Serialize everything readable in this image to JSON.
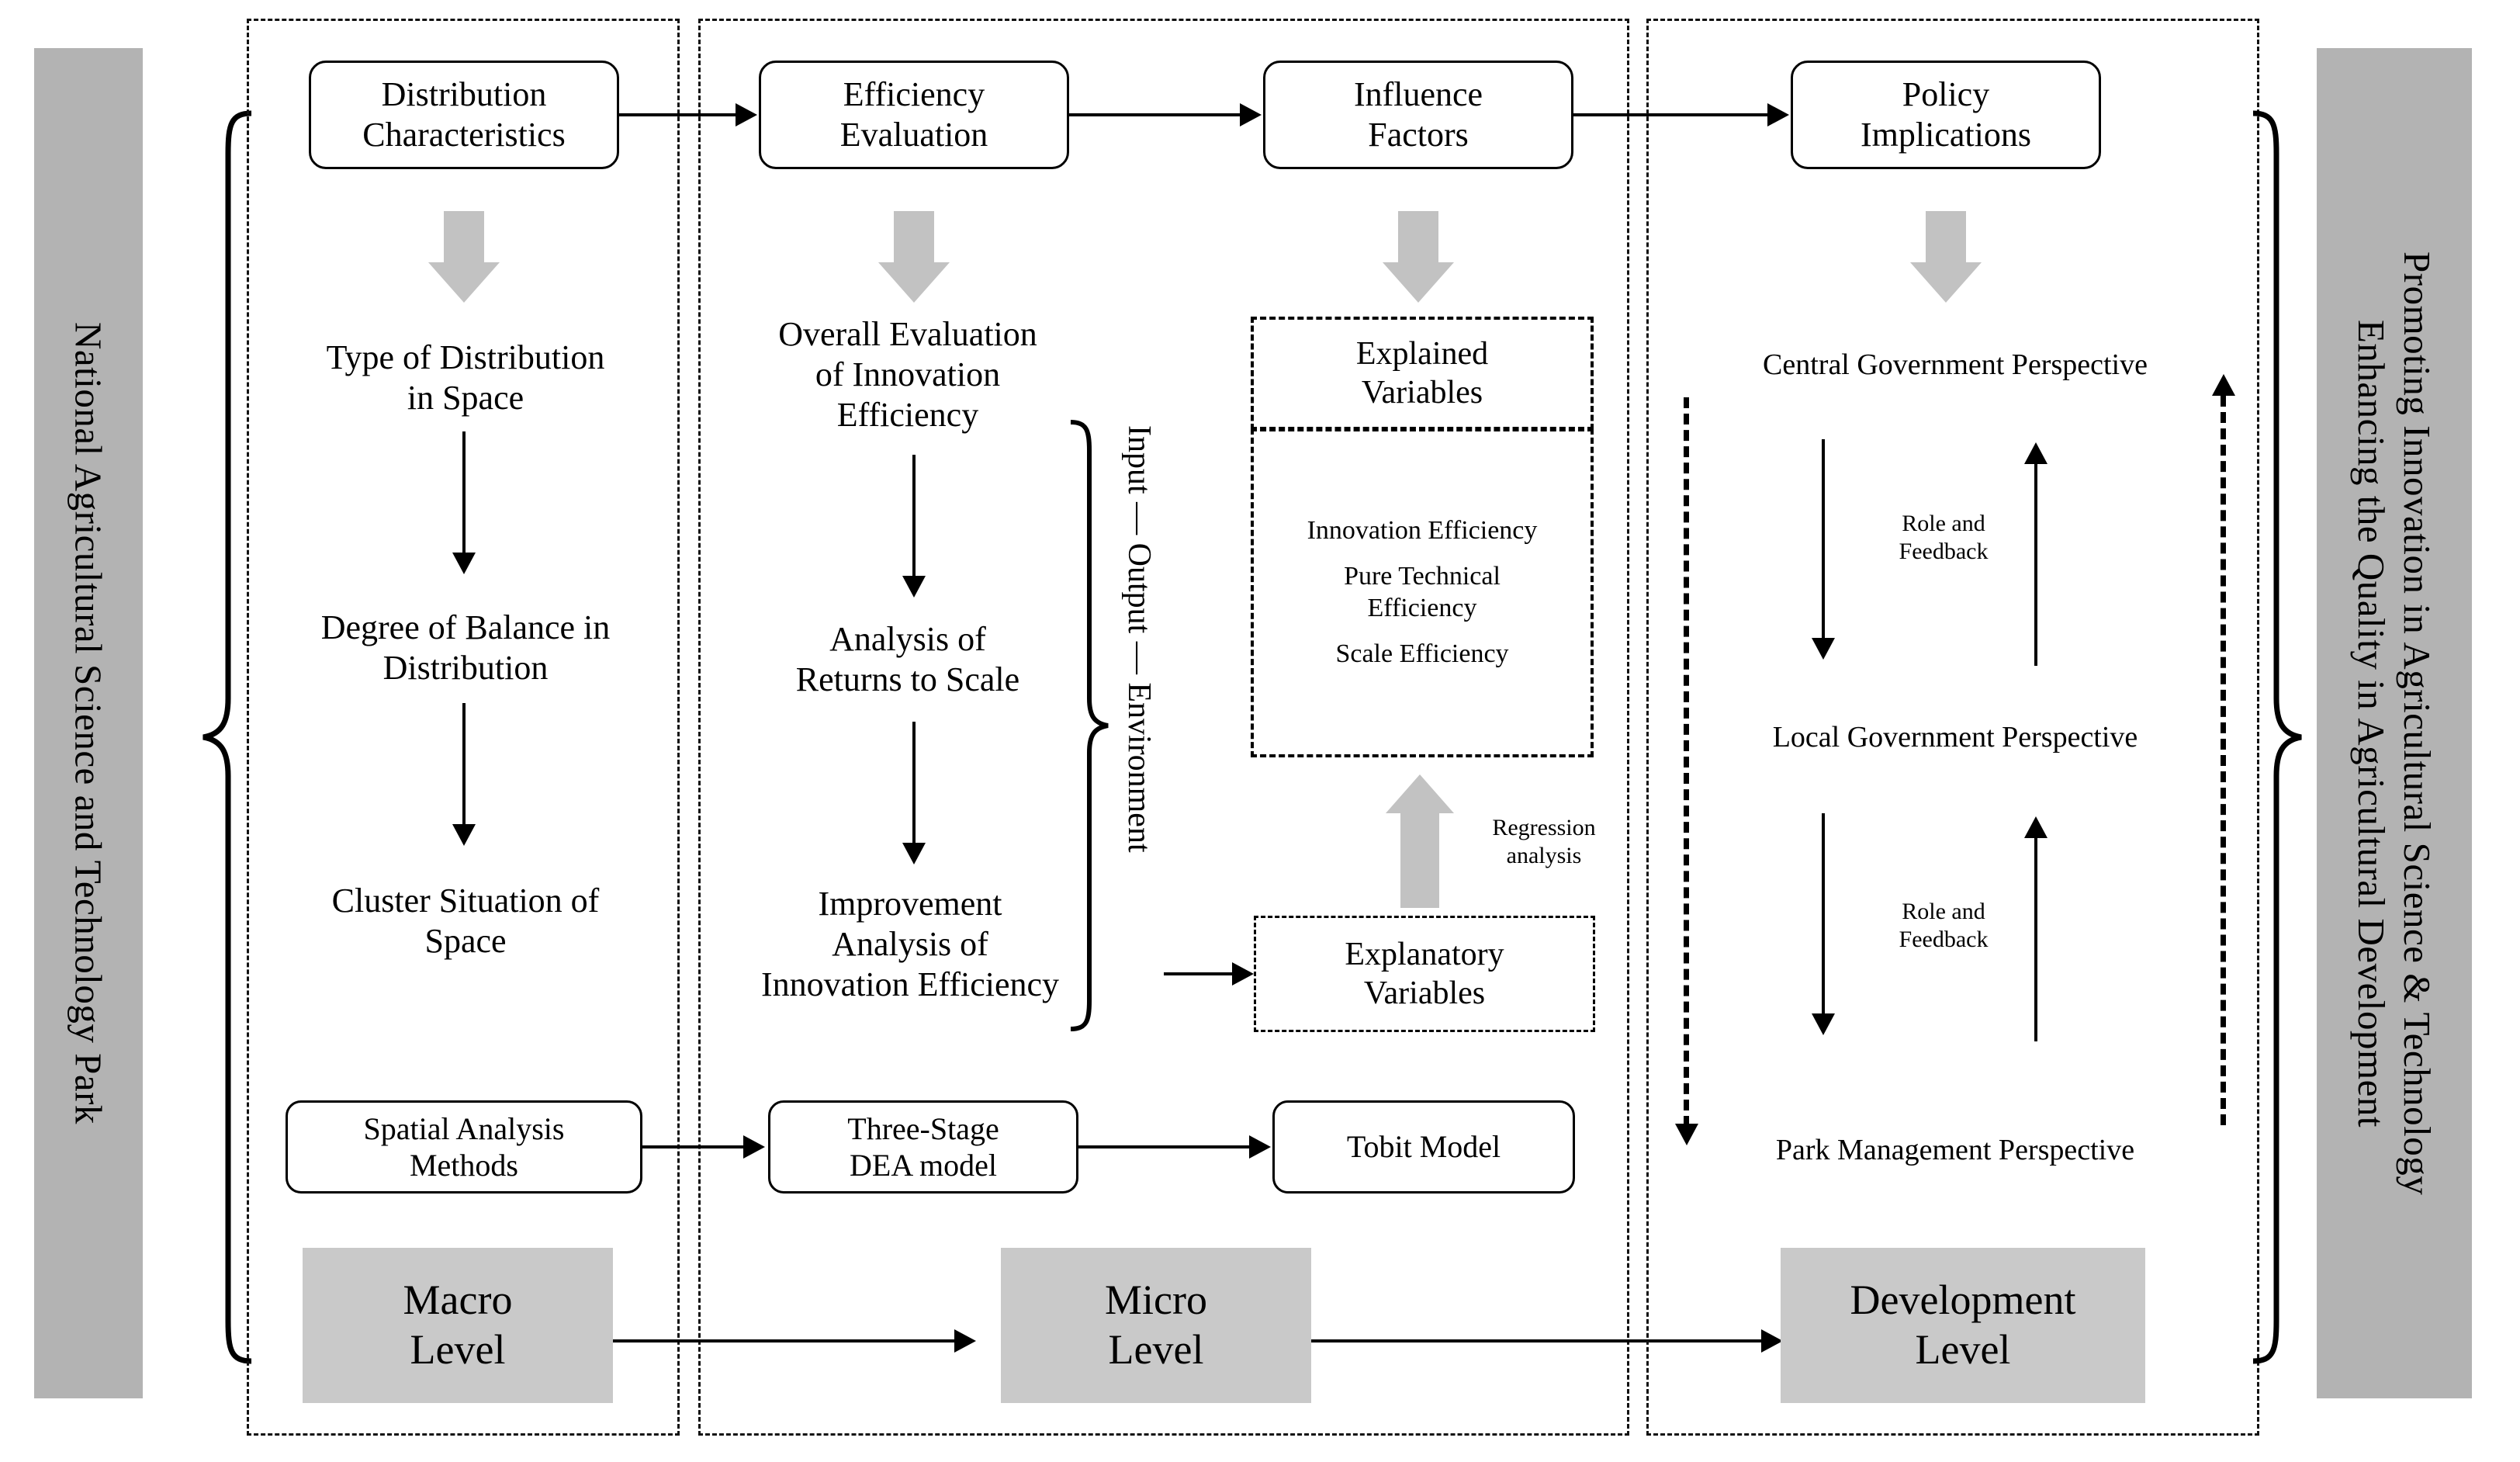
{
  "left_banner": {
    "text": "National Agricultural Science and Technology Park"
  },
  "right_banner": {
    "line1": "Promoting Innovation in Agricultural Science & Technology",
    "line2": "Enhancing the Quality in Agricultural Development"
  },
  "top_row": [
    {
      "label": "Distribution\nCharacteristics"
    },
    {
      "label": "Efficiency\nEvaluation"
    },
    {
      "label": "Influence\nFactors"
    },
    {
      "label": "Policy\nImplications"
    }
  ],
  "panel_macro": {
    "steps": [
      "Type of Distribution\nin Space",
      "Degree of Balance in\nDistribution",
      "Cluster Situation of\nSpace"
    ],
    "method_box": "Spatial Analysis\nMethods",
    "level_box": "Macro\nLevel"
  },
  "panel_micro": {
    "steps": [
      "Overall Evaluation\nof Innovation\nEfficiency",
      "Analysis of\nReturns to Scale",
      "Improvement\nAnalysis of\nInnovation Efficiency"
    ],
    "brace_label": "Input — Output — Environment",
    "explained_title": "Explained\nVariables",
    "explained_items": [
      "Innovation Efficiency",
      "Pure Technical\nEfficiency",
      "Scale Efficiency"
    ],
    "regression_label": "Regression\nanalysis",
    "explanatory_title": "Explanatory\nVariables",
    "method_box": "Three-Stage\nDEA model",
    "model_box": "Tobit Model",
    "level_box": "Micro\nLevel"
  },
  "panel_policy": {
    "perspectives": [
      "Central Government Perspective",
      "Local Government Perspective",
      "Park Management Perspective"
    ],
    "feedback_label_1": "Role and\nFeedback",
    "feedback_label_2": "Role and\nFeedback",
    "level_box": "Development\nLevel"
  },
  "colors": {
    "banner_gray": "#b3b3b3",
    "level_gray": "#c9c9c9",
    "arrow_gray": "#c2c2c2",
    "stroke": "#000000"
  }
}
